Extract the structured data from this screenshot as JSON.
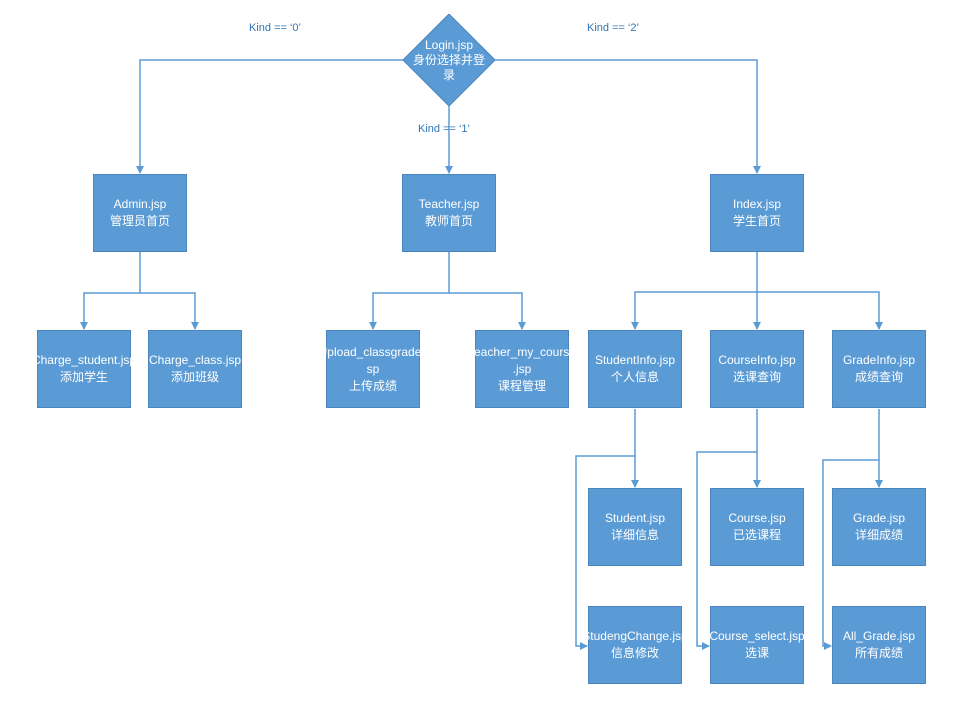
{
  "root": {
    "line1": "Login.jsp",
    "line2": "身份选择并登",
    "line3": "录"
  },
  "edge_labels": {
    "kind0": "Kind == ‘0’",
    "kind1": "Kind == ‘1’",
    "kind2": "Kind == ‘2’"
  },
  "nodes": {
    "admin": {
      "line1": "Admin.jsp",
      "line2": "管理员首页"
    },
    "teacher": {
      "line1": "Teacher.jsp",
      "line2": "教师首页"
    },
    "index": {
      "line1": "Index.jsp",
      "line2": "学生首页"
    },
    "charge_student": {
      "line1": "Charge_student.jsp",
      "line2": "添加学生"
    },
    "charge_class": {
      "line1": "Charge_class.jsp",
      "line2": "添加班级"
    },
    "upload_classgrade": {
      "line1": "Upload_classgrade.j",
      "line2": "sp",
      "line3": "上传成绩"
    },
    "teacher_my_course": {
      "line1": "Teacher_my_course",
      "line2": ".jsp",
      "line3": "课程管理"
    },
    "studentinfo": {
      "line1": "StudentInfo.jsp",
      "line2": "个人信息"
    },
    "courseinfo": {
      "line1": "CourseInfo.jsp",
      "line2": "选课查询"
    },
    "gradeinfo": {
      "line1": "GradeInfo.jsp",
      "line2": "成绩查询"
    },
    "student": {
      "line1": "Student.jsp",
      "line2": "详细信息"
    },
    "course": {
      "line1": "Course.jsp",
      "line2": "已选课程"
    },
    "grade": {
      "line1": "Grade.jsp",
      "line2": "详细成绩"
    },
    "studengchange": {
      "line1": "StudengChange.jsp",
      "line2": "信息修改"
    },
    "course_select": {
      "line1": "Course_select.jsp",
      "line2": "选课"
    },
    "all_grade": {
      "line1": "All_Grade.jsp",
      "line2": "所有成绩"
    }
  },
  "colors": {
    "node_fill": "#5b9bd5",
    "node_border": "#4a86bd",
    "connector": "#5b9bd5",
    "label_text": "#2e75b6"
  }
}
